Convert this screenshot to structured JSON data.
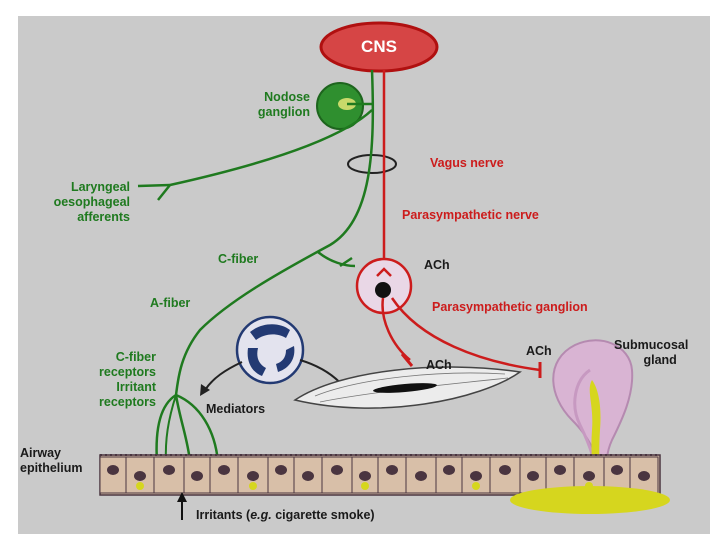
{
  "labels": {
    "cns": "CNS",
    "nodose_ganglion": [
      "Nodose",
      "ganglion"
    ],
    "vagus_nerve": "Vagus nerve",
    "laryngeal_afferents": [
      "Laryngeal",
      "oesophageal",
      "afferents"
    ],
    "parasympathetic_nerve": "Parasympathetic nerve",
    "c_fiber": "C-fiber",
    "ach_ganglion": "ACh",
    "a_fiber": "A-fiber",
    "parasympathetic_ganglion": "Parasympathetic ganglion",
    "submucosal_gland": [
      "Submucosal",
      "gland"
    ],
    "ach_muscle": "ACh",
    "ach_gland": "ACh",
    "receptors": [
      "C-fiber",
      "receptors",
      "Irritant",
      "receptors"
    ],
    "mediators": "Mediators",
    "airway_epithelium": [
      "Airway",
      "epithelium"
    ],
    "irritants_pre": "Irritants (",
    "irritants_eg": "e.g.",
    "irritants_post": " cigarette smoke)"
  },
  "colors": {
    "sensory": "#1f7a1f",
    "parasympathetic": "#cc1c1c",
    "cns_fill": "#d64545",
    "ganglion_fill": "#e9d7e6",
    "gland_fill": "#d9b4d3",
    "mucus": "#d6d61e",
    "cell_fill": "#d8bfa8",
    "nucleus": "#4a3540",
    "mast_cell": "#233a73",
    "background": "#cacaca"
  }
}
